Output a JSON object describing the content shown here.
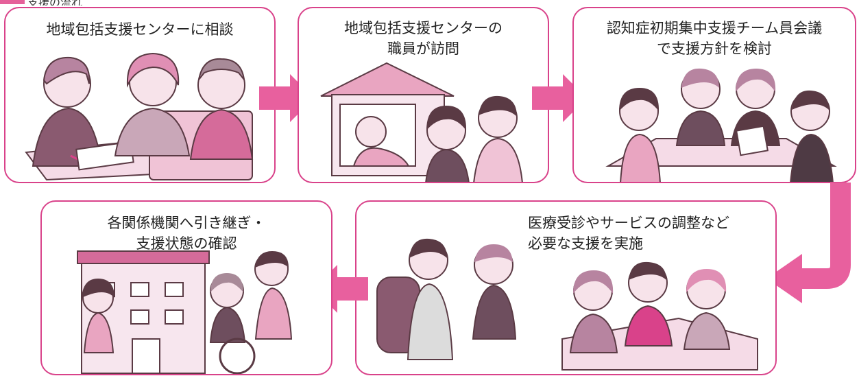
{
  "header": {
    "partial_title": "支援の流れ"
  },
  "colors": {
    "border": "#d9428a",
    "arrow": "#e8609e",
    "ink": "#5a3a44",
    "pink": "#e9a5c1",
    "mauve": "#b784a0",
    "pale": "#f5dbe7"
  },
  "steps": [
    {
      "id": 1,
      "lines": [
        "地域包括支援センターに相談"
      ]
    },
    {
      "id": 2,
      "lines": [
        "地域包括支援センターの",
        "職員が訪問"
      ]
    },
    {
      "id": 3,
      "lines": [
        "認知症初期集中支援チーム員会議",
        "で支援方針を検討"
      ]
    },
    {
      "id": 4,
      "lines": [
        "医療受診やサービスの調整など",
        "必要な支援を実施"
      ]
    },
    {
      "id": 5,
      "lines": [
        "各関係機関へ引き継ぎ・",
        "支援状態の確認"
      ]
    }
  ]
}
